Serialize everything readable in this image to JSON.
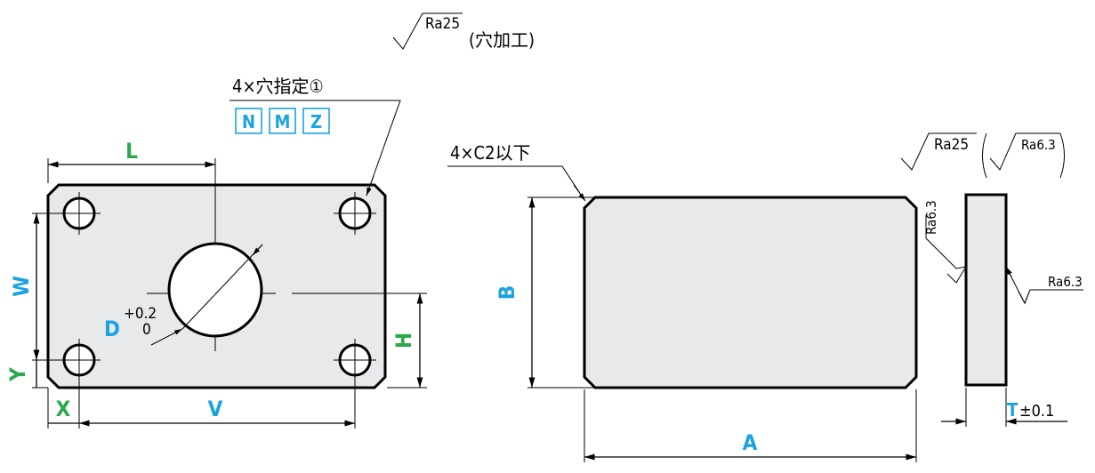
{
  "top_finish": {
    "ra": "Ra25",
    "note": "(穴加工)"
  },
  "hole_spec": {
    "label": "4×穴指定①",
    "options": [
      "N",
      "M",
      "Z"
    ]
  },
  "chamfer": {
    "label": "4×C2以下"
  },
  "dims": {
    "L": "L",
    "W": "W",
    "Y": "Y",
    "X": "X",
    "V": "V",
    "H": "H",
    "D": "D",
    "D_tol_plus": "+0.2",
    "D_tol_zero": "0",
    "A": "A",
    "B": "B",
    "T": "T",
    "T_tol": "±0.1"
  },
  "side_finish": {
    "ra_outer": "Ra25",
    "ra_inner": "Ra6.3",
    "ra_face_left": "Ra6.3",
    "ra_face_right": "Ra6.3"
  },
  "colors": {
    "blue": "#1aa3e0",
    "green": "#2aa84a",
    "part_fill": "#e7e9eb"
  }
}
